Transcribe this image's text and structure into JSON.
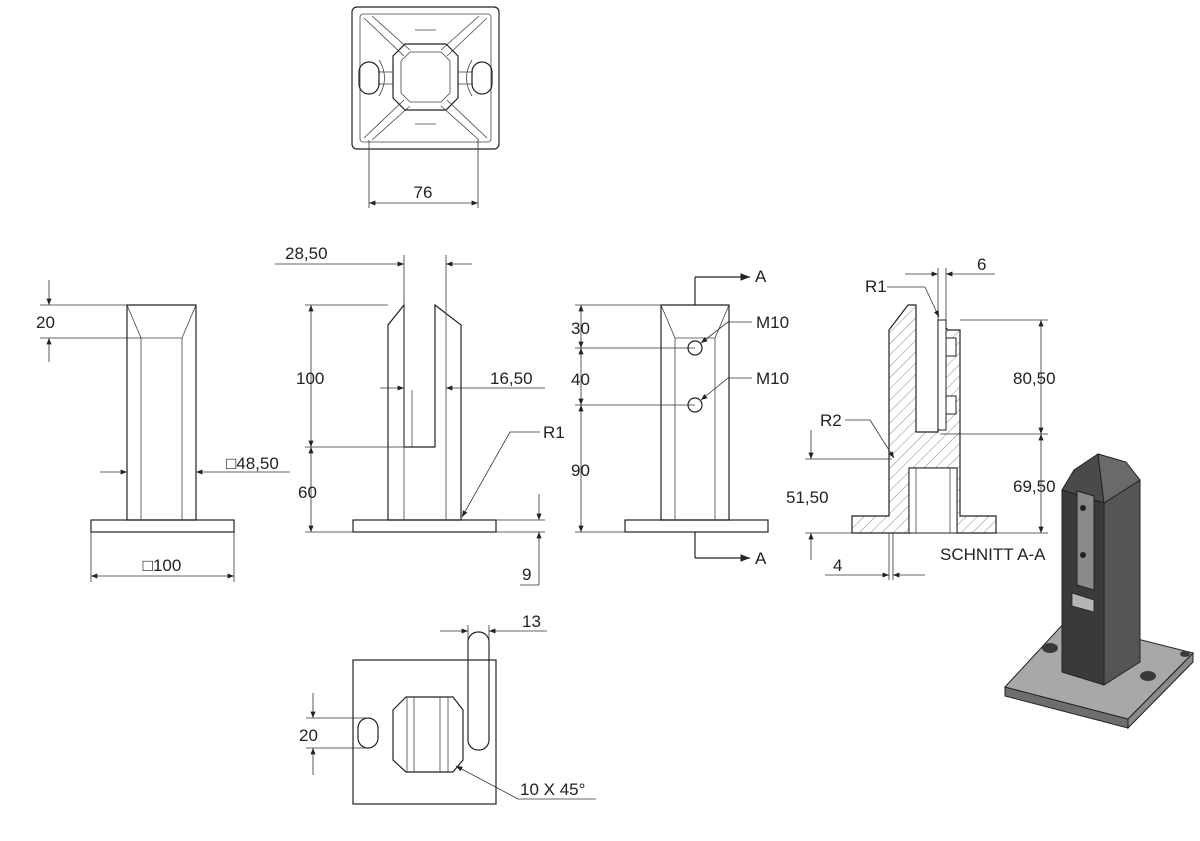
{
  "dimensions": {
    "top_width": "76",
    "height_20": "20",
    "base_square": "□100",
    "post_square": "□48,50",
    "slot_28_50": "28,50",
    "height_100": "100",
    "height_60": "60",
    "slot_16_50": "16,50",
    "radius_r1": "R1",
    "base_thickness_9": "9",
    "hole_30": "30",
    "hole_40": "40",
    "hole_90": "90",
    "thread_1": "M10",
    "thread_2": "M10",
    "section_top": "A",
    "section_bottom": "A",
    "sec_r1": "R1",
    "sec_6": "6",
    "sec_r2": "R2",
    "sec_80_50": "80,50",
    "sec_69_50": "69,50",
    "sec_51_50": "51,50",
    "sec_4": "4",
    "section_label": "SCHNITT A-A",
    "bottom_13": "13",
    "bottom_20": "20",
    "chamfer": "10 X 45°"
  },
  "colors": {
    "line": "#222222",
    "iso_dark": "#3a3a3a",
    "iso_mid": "#6e6e6e",
    "iso_light": "#a8a8a8"
  }
}
